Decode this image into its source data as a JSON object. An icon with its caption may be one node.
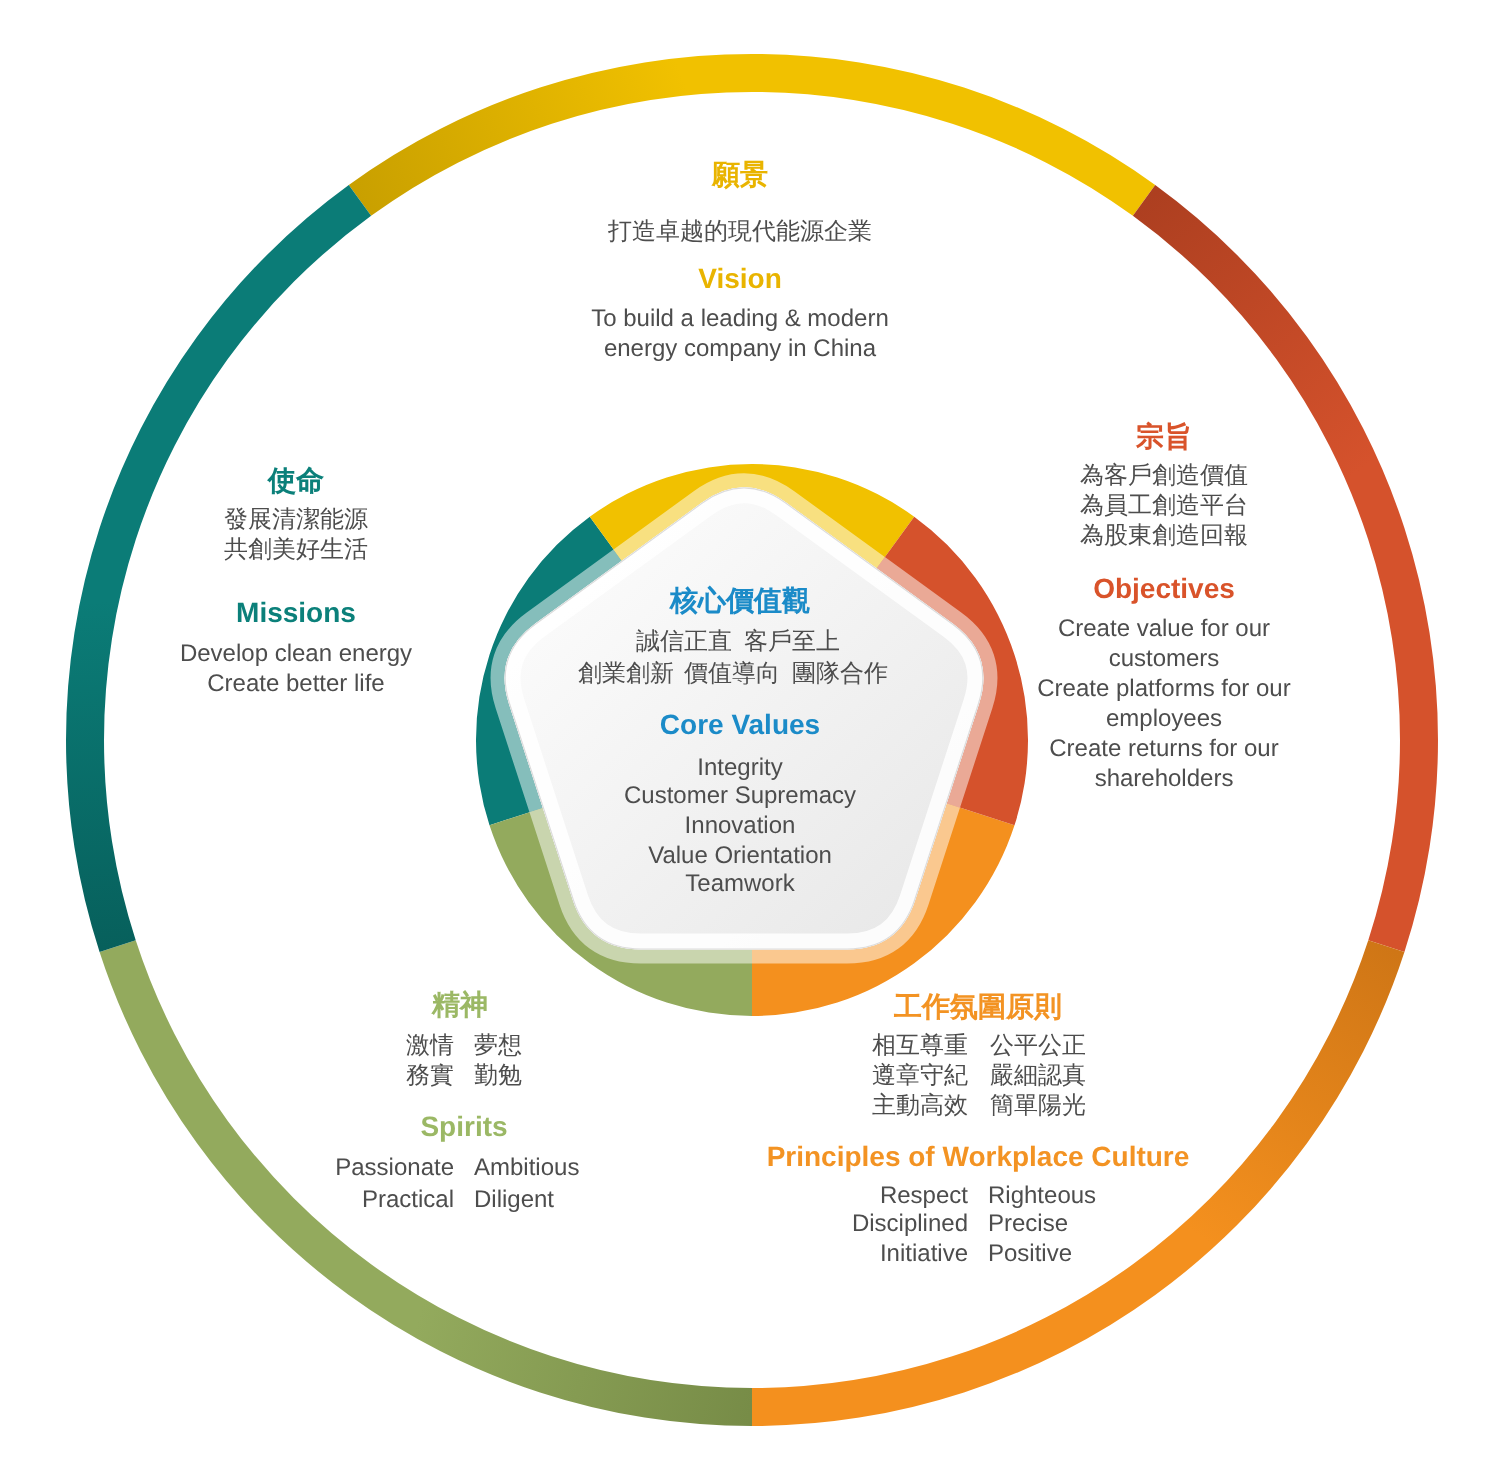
{
  "diagram": {
    "nodes": [
      {
        "text": [
          "願景",
          "打造卓越的現代能源企業",
          "Vision",
          "To build a leading & modern energy company in China"
        ]
      },
      {
        "text": [
          "宗旨",
          "為客戶創造價值",
          "為員工創造平台",
          "為股東創造回報",
          "Objectives",
          "Create value for our customers",
          "Create platforms for our employees",
          "Create returns for our shareholders"
        ]
      },
      {
        "text": [
          "工作氛圍原則",
          "相互尊重",
          "公平公正",
          "遵章守紀",
          "嚴細認真",
          "主動高效",
          "簡單陽光",
          "Principles of Workplace Culture",
          "Respect",
          "Righteous",
          "Disciplined",
          "Precise",
          "Initiative",
          "Positive"
        ]
      },
      {
        "text": [
          "精神",
          "激情",
          "夢想",
          "務實",
          "勤勉",
          "Spirits",
          "Passionate",
          "Ambitious",
          "Practical",
          "Diligent"
        ]
      },
      {
        "text": [
          "使命",
          "發展清潔能源",
          "共創美好生活",
          "Missions",
          "Develop clean energy",
          "Create better life"
        ]
      },
      {
        "text": [
          "核心價值觀",
          "誠信正直",
          "客戶至上",
          "創業創新",
          "價值導向",
          "團隊合作",
          "Core Values",
          "Integrity",
          "Customer Supremacy",
          "Innovation",
          "Value Orientation",
          "Teamwork"
        ]
      },
      {
        "text": [],
        "shape": "arc"
      },
      {
        "text": [],
        "shape": "arc"
      },
      {
        "text": [],
        "shape": "arc"
      },
      {
        "text": [],
        "shape": "arc"
      },
      {
        "text": [],
        "shape": "arc"
      }
    ]
  }
}
